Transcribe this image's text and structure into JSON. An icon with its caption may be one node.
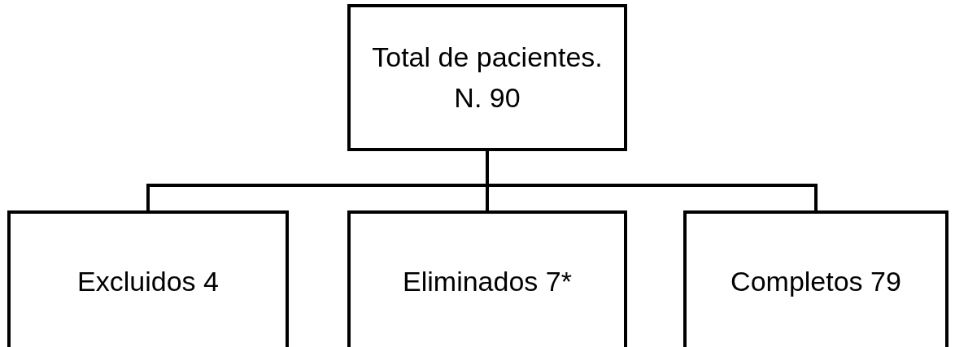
{
  "diagram": {
    "nodes": [
      {
        "text": [
          "Total de pacientes.",
          "N. 90"
        ]
      },
      {
        "text": [
          "Excluidos 4"
        ]
      },
      {
        "text": [
          "Eliminados 7*"
        ]
      },
      {
        "text": [
          "Completos 79"
        ]
      }
    ],
    "edges": [
      {
        "from": 0,
        "to": 1,
        "arrow": "none"
      },
      {
        "from": 0,
        "to": 2,
        "arrow": "none"
      },
      {
        "from": 0,
        "to": 3,
        "arrow": "none"
      }
    ]
  }
}
